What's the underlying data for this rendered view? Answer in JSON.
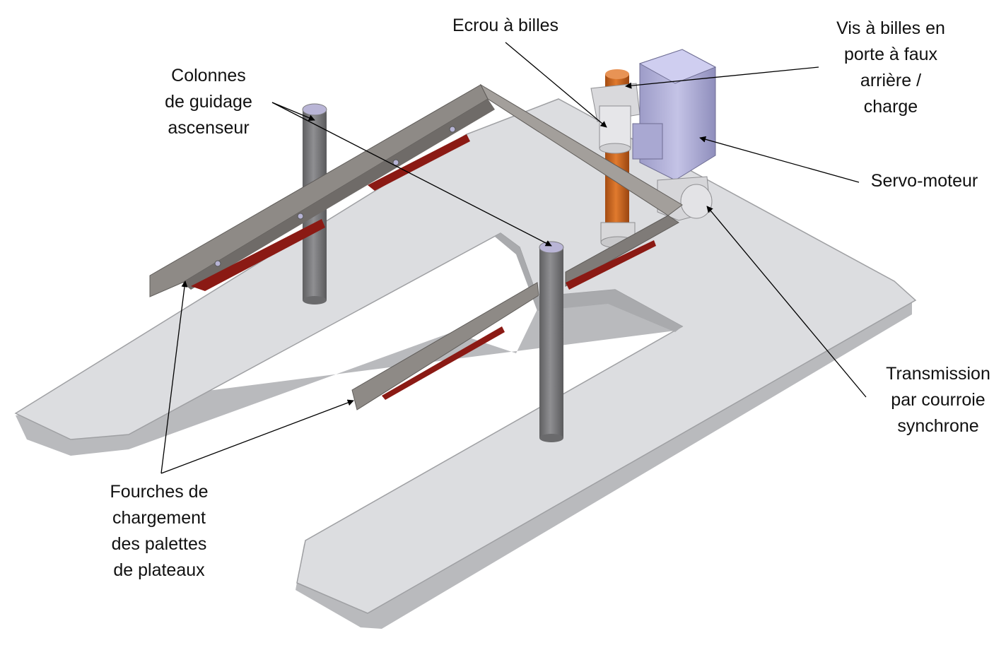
{
  "labels": {
    "ecrou": "Ecrou à billes",
    "vis": "Vis à billes en\nporte à faux\narrière /\ncharge",
    "colonnes": "Colonnes\nde guidage\nascenseur",
    "servo": "Servo-moteur",
    "transmission": "Transmission\npar courroie\nsynchrone",
    "fourches": "Fourches de\nchargement\ndes palettes\nde plateaux"
  },
  "colors": {
    "base_plate": "#dcdde0",
    "frame": "#8e8a86",
    "fork_liner": "#8b1a14",
    "screw": "#c8621e",
    "motor": "#b9b8dc",
    "column": "#7f7f81"
  }
}
